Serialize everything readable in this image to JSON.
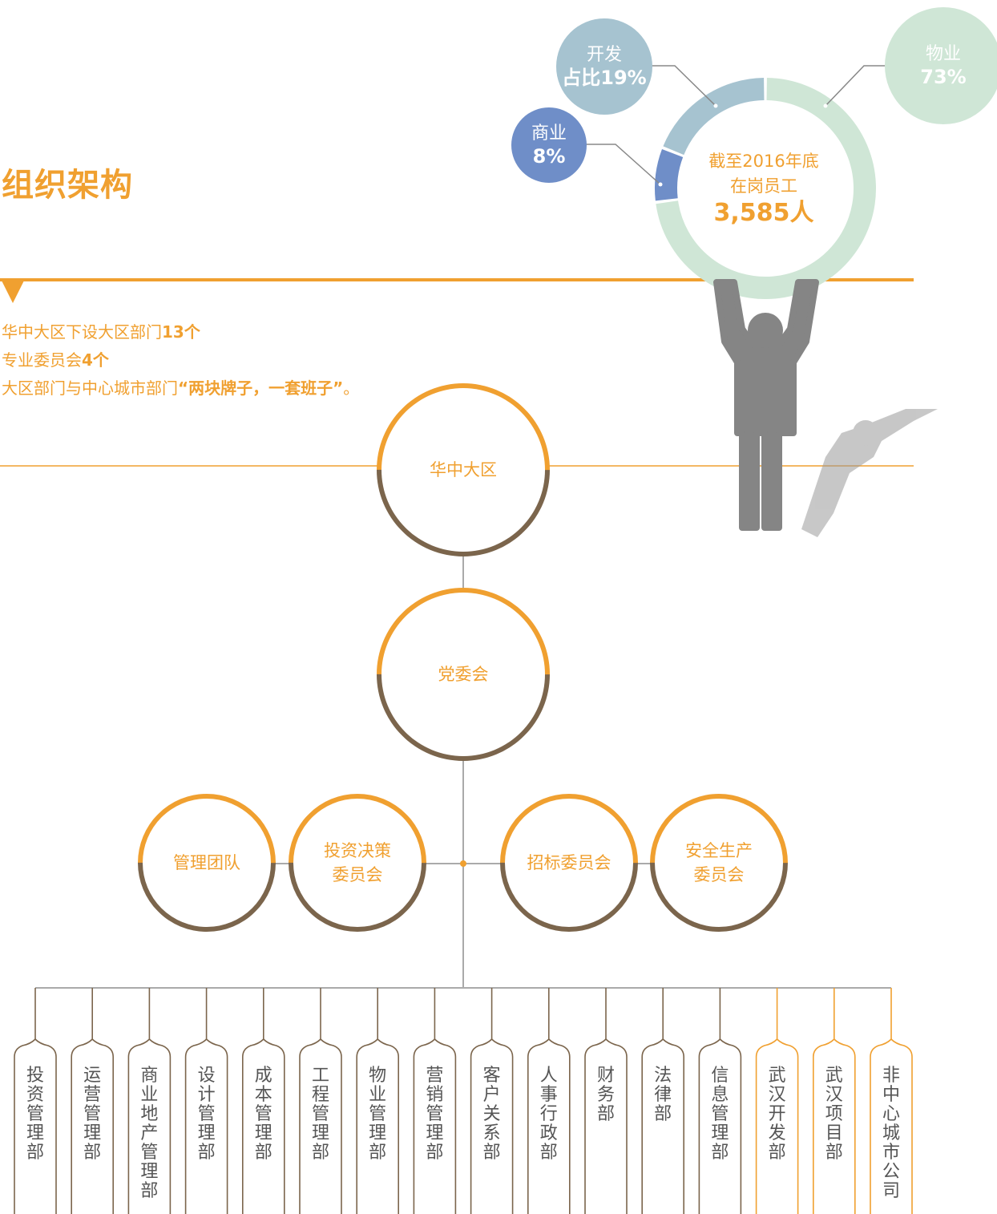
{
  "title": "组织架构",
  "intro": {
    "line1_text": "华中大区下设大区部门",
    "line1_num": "13个",
    "line2_text": "专业委员会",
    "line2_num": "4个",
    "line3_text": "大区部门与中心城市部门",
    "line3_quote": "“两块牌子，一套班子”",
    "line3_end": "。"
  },
  "donut": {
    "center_line1": "截至2016年底",
    "center_line2": "在岗员工",
    "center_value": "3,585人",
    "segments": [
      {
        "name": "物业",
        "label": "73%",
        "share": 73,
        "color": "#cfe6d6"
      },
      {
        "name": "商业",
        "label": "8%",
        "share": 8,
        "color": "#6f8ec8"
      },
      {
        "name": "开发",
        "label": "占比19%",
        "share": 19,
        "color": "#a6c3d0"
      }
    ]
  },
  "org": {
    "root": "华中大区",
    "party": "党委会",
    "committees": [
      {
        "line1": "管理团队",
        "line2": ""
      },
      {
        "line1": "投资决策",
        "line2": "委员会"
      },
      {
        "line1": "招标委员会",
        "line2": ""
      },
      {
        "line1": "安全生产",
        "line2": "委员会"
      }
    ],
    "departments": [
      {
        "name": "投资管理部",
        "type": "brown"
      },
      {
        "name": "运营管理部",
        "type": "brown"
      },
      {
        "name": "商业地产管理部",
        "type": "brown"
      },
      {
        "name": "设计管理部",
        "type": "brown"
      },
      {
        "name": "成本管理部",
        "type": "brown"
      },
      {
        "name": "工程管理部",
        "type": "brown"
      },
      {
        "name": "物业管理部",
        "type": "brown"
      },
      {
        "name": "营销管理部",
        "type": "brown"
      },
      {
        "name": "客户关系部",
        "type": "brown"
      },
      {
        "name": "人事行政部",
        "type": "brown"
      },
      {
        "name": "财务部",
        "type": "brown"
      },
      {
        "name": "法律部",
        "type": "brown"
      },
      {
        "name": "信息管理部",
        "type": "brown"
      },
      {
        "name": "武汉开发部",
        "type": "orange"
      },
      {
        "name": "武汉项目部",
        "type": "orange"
      },
      {
        "name": "非中心城市公司",
        "type": "orange"
      }
    ]
  },
  "colors": {
    "accent": "#f0a030",
    "brown": "#7b654c",
    "line": "#aaaaaa",
    "figure": "#858585"
  }
}
